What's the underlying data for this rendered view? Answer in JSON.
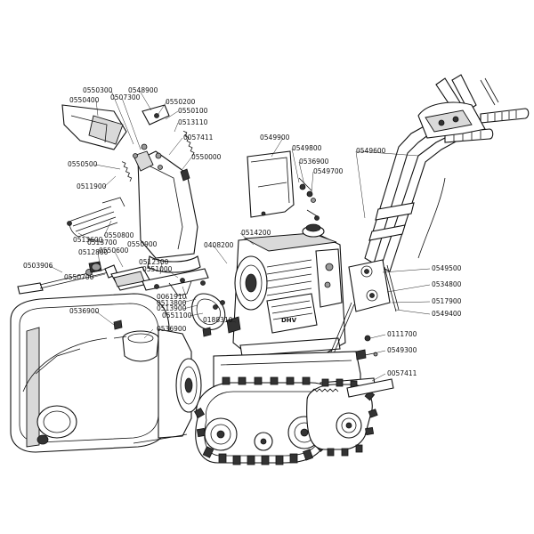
{
  "part_labels": {
    "p0550300": "0550300",
    "p0548900": "0548900",
    "p0550400": "0550400",
    "p0507300": "0507300",
    "p0550200": "0550200",
    "p0550100": "0550100",
    "p0513110": "0513110",
    "p0057411a": "0057411",
    "p0550000": "0550000",
    "p0550500": "0550500",
    "p0511900": "0511900",
    "p0549900": "0549900",
    "p0549800": "0549800",
    "p0536900a": "0536900",
    "p0549700": "0549700",
    "p0549600": "0549600",
    "p0514200": "0514200",
    "p0408200": "0408200",
    "p0513600": "0513600",
    "p0513700": "0513700",
    "p0550800": "0550800",
    "p0550600": "0550600",
    "p0550900": "0550900",
    "p0512800": "0512800",
    "p0512300": "0512300",
    "p0551000": "0551000",
    "p0503906": "0503906",
    "p0550700": "0550700",
    "p0549500": "0549500",
    "p0534800": "0534800",
    "p0517900": "0517900",
    "p0549400": "0549400",
    "p0061910": "0061910",
    "p0513800": "0513800",
    "p0536900b": "0536900",
    "p0513900": "0513900",
    "p0551100": "0551100",
    "p0188310": "0188310",
    "p0536900c": "0536900",
    "p0111700": "0111700",
    "p0549300": "0549300",
    "p0057411b": "0057411"
  },
  "engine_badge": "DHV",
  "colors": {
    "line": "#111111",
    "fill": "#ffffff",
    "shade": "#d9d9d9",
    "dark": "#333333"
  }
}
